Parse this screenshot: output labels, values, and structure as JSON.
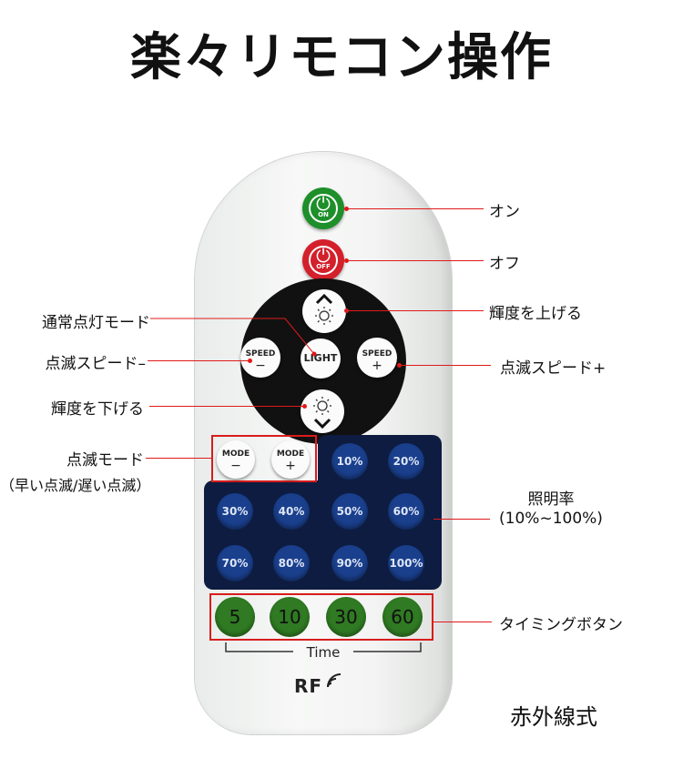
{
  "title": "楽々リモコン操作",
  "remote": {
    "on_text": "ON",
    "off_text": "OFF",
    "light": "LIGHT",
    "speed": "SPEED",
    "mode": "MODE",
    "minus": "−",
    "plus": "+",
    "brightness_levels": [
      "10%",
      "20%",
      "30%",
      "40%",
      "50%",
      "60%",
      "70%",
      "80%",
      "90%",
      "100%"
    ],
    "timers": [
      "5",
      "10",
      "30",
      "60"
    ],
    "time_label": "Time",
    "brand": "RF"
  },
  "labels": {
    "on": "オン",
    "off": "オフ",
    "brightness_up": "輝度を上げる",
    "normal_light_mode": "通常点灯モード",
    "flash_speed_down": "点滅スピード–",
    "flash_speed_up": "点滅スピード+",
    "brightness_down": "輝度を下げる",
    "flash_mode": "点滅モード",
    "flash_mode_note": "（早い点滅/遅い点滅）",
    "illumination_rate": "照明率",
    "illumination_range": "(10%~100%)",
    "timing_button": "タイミングボタン",
    "infrared": "赤外線式"
  },
  "colors": {
    "on_button": "#1e8f2a",
    "off_button": "#d3202b",
    "pct_button": "#1a3f8c",
    "timer_button": "#2f7a22",
    "callout_line": "#e01a1a"
  }
}
